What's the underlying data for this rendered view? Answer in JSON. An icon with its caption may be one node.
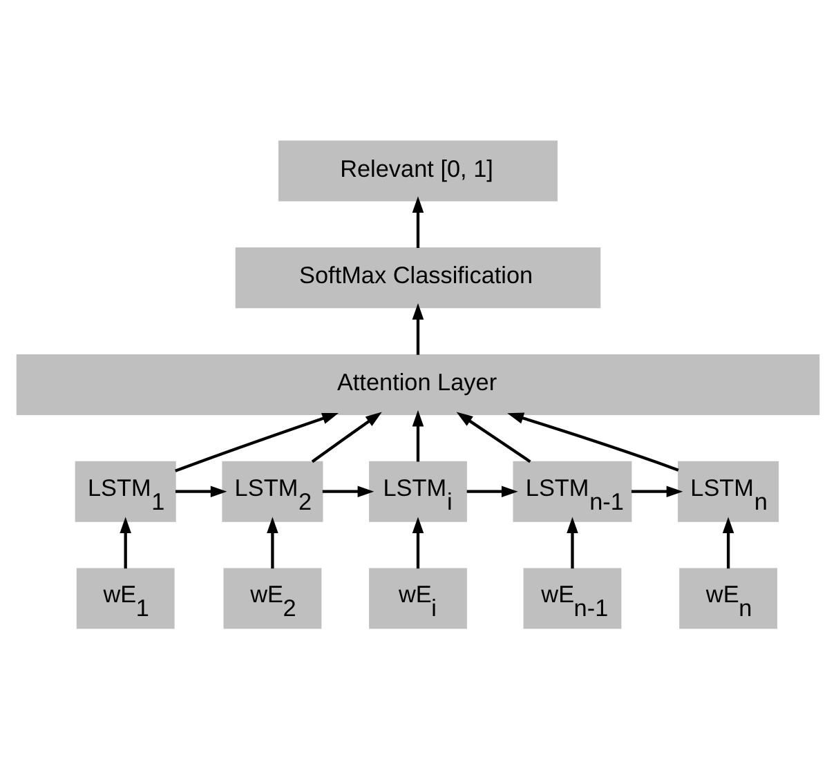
{
  "diagram": {
    "nodes": [
      {
        "text": [
          "Relevant [0, 1]"
        ]
      },
      {
        "text": [
          "SoftMax Classification"
        ]
      },
      {
        "text": [
          "Attention Layer"
        ]
      },
      {
        "text": [
          "LSTM$_{1}$"
        ]
      },
      {
        "text": [
          "LSTM$_{2}$"
        ]
      },
      {
        "text": [
          "LSTM$_{i}$"
        ]
      },
      {
        "text": [
          "LSTM$_{n-1}$"
        ]
      },
      {
        "text": [
          "LSTM$_{n}$"
        ]
      },
      {
        "text": [
          "wE$_{1}$"
        ]
      },
      {
        "text": [
          "wE$_{2}$"
        ]
      },
      {
        "text": [
          "wE$_{i}$"
        ]
      },
      {
        "text": [
          "wE$_{n-1}$"
        ]
      },
      {
        "text": [
          "wE$_{n}$"
        ]
      }
    ],
    "edges": [
      {
        "from": 8,
        "to": 3,
        "arrow": "to"
      },
      {
        "from": 9,
        "to": 4,
        "arrow": "to"
      },
      {
        "from": 10,
        "to": 5,
        "arrow": "to"
      },
      {
        "from": 11,
        "to": 6,
        "arrow": "to"
      },
      {
        "from": 12,
        "to": 7,
        "arrow": "to"
      },
      {
        "from": 3,
        "to": 4,
        "arrow": "to"
      },
      {
        "from": 4,
        "to": 5,
        "arrow": "to"
      },
      {
        "from": 5,
        "to": 6,
        "arrow": "to"
      },
      {
        "from": 6,
        "to": 7,
        "arrow": "to"
      },
      {
        "from": 3,
        "to": 2,
        "arrow": "to"
      },
      {
        "from": 4,
        "to": 2,
        "arrow": "to"
      },
      {
        "from": 5,
        "to": 2,
        "arrow": "to"
      },
      {
        "from": 6,
        "to": 2,
        "arrow": "to"
      },
      {
        "from": 7,
        "to": 2,
        "arrow": "to"
      },
      {
        "from": 2,
        "to": 1,
        "arrow": "to"
      },
      {
        "from": 1,
        "to": 0,
        "arrow": "to"
      }
    ]
  }
}
